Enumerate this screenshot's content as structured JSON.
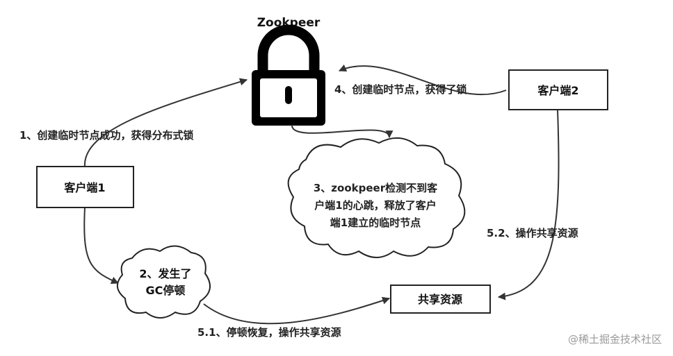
{
  "diagram": {
    "title": "Zookpeer",
    "nodes": {
      "client1": "客户端1",
      "client2": "客户端2",
      "shared_resource": "共享资源"
    },
    "clouds": {
      "gc_pause": [
        "2、发生了",
        "GC停顿"
      ],
      "zk_detect": [
        "3、zookpeer检测不到客",
        "户端1的心跳，释放了客户",
        "端1建立的临时节点"
      ]
    },
    "edges": {
      "step1": "1、创建临时节点成功，获得分布式锁",
      "step4": "4、创建临时节点，获得了锁",
      "step5_1": "5.1、停顿恢复，操作共享资源",
      "step5_2": "5.2、操作共享资源"
    },
    "watermark": "@稀土掘金技术社区",
    "icons": {
      "lock": "lock-icon",
      "at": "at-icon"
    },
    "colors": {
      "stroke": "#222222",
      "lock": "#000000",
      "watermark": "#9a9a9a"
    }
  }
}
